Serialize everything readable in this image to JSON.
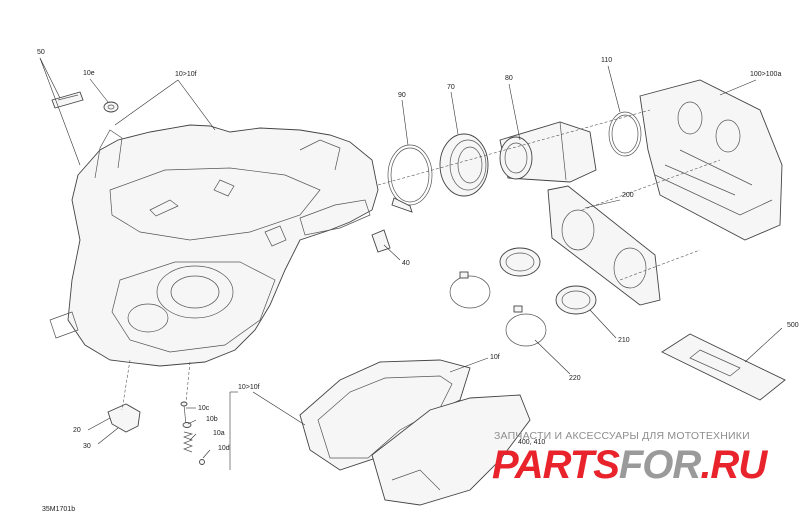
{
  "diagram": {
    "doc_id": "35M1701b",
    "callouts": {
      "c50": "50",
      "c10e": "10e",
      "c10to10f_top": "10>10f",
      "c90": "90",
      "c70": "70",
      "c80": "80",
      "c110": "110",
      "c100": "100>100a",
      "c200": "200",
      "c40": "40",
      "c500": "500",
      "c210": "210",
      "c220": "220",
      "c10f": "10f",
      "c10to10f_bottom": "10>10f",
      "c10c": "10c",
      "c10b": "10b",
      "c10a": "10a",
      "c10d": "10d",
      "c20": "20",
      "c30": "30",
      "c400": "400, 410"
    }
  },
  "watermark": {
    "caption": "ЗАПЧАСТИ И АКСЕССУАРЫ ДЛЯ МОТОТЕХНИКИ",
    "logo_red": "PARTS",
    "logo_gray": "FOR",
    "logo_dot": ".RU",
    "color_red": "#e8232b",
    "color_gray": "#9a9a9a"
  }
}
